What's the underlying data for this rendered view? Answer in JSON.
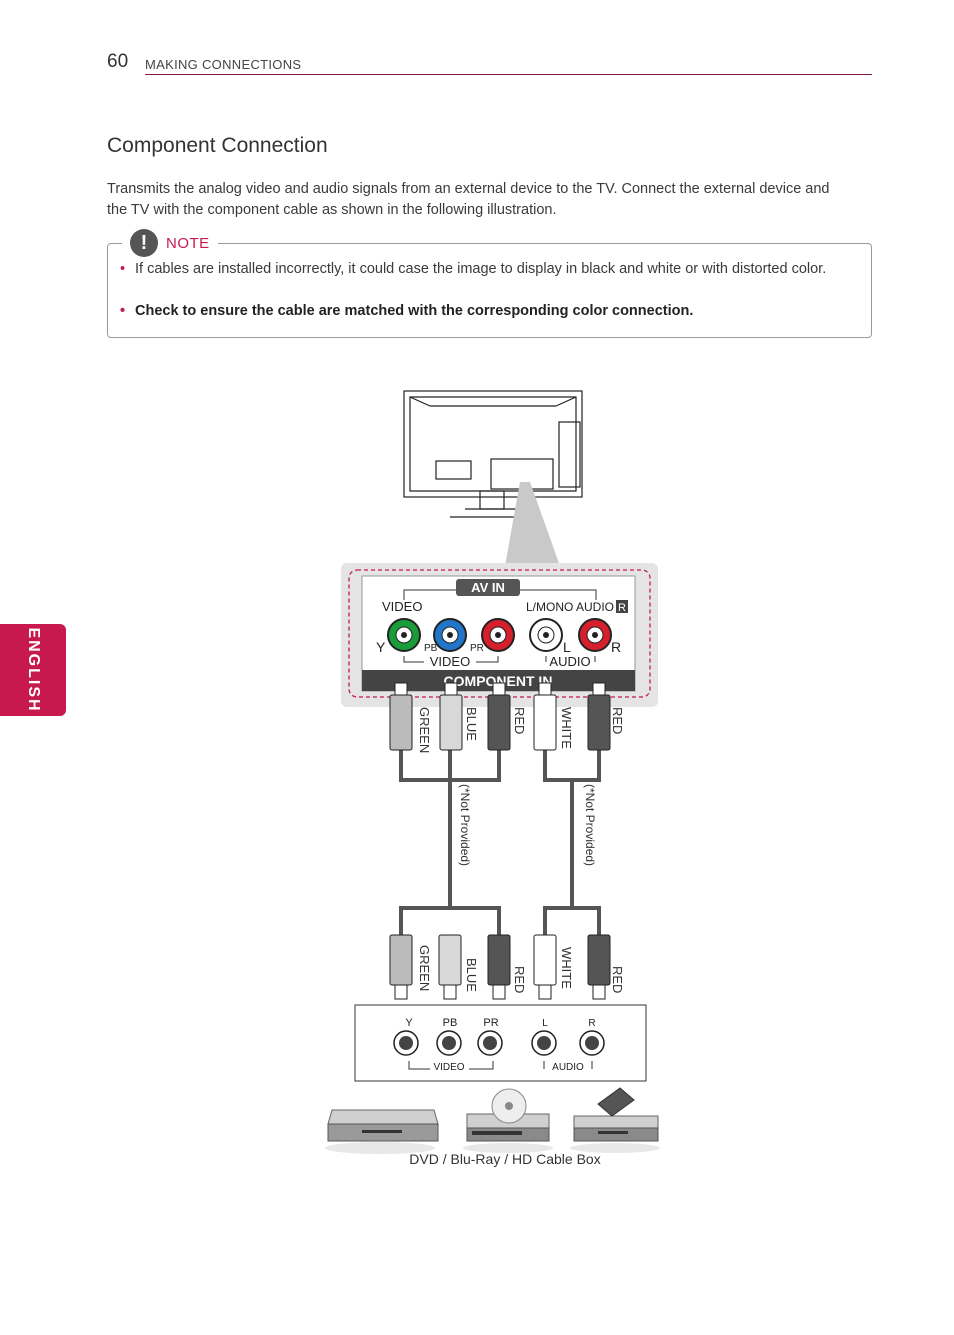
{
  "header": {
    "page_number": "60",
    "section": "MAKING CONNECTIONS"
  },
  "side_tab": {
    "label": "ENGLISH"
  },
  "title": "Component Connection",
  "intro": "Transmits the analog video and audio signals from an external device to the TV. Connect the external device and the TV with the component cable as shown in the following illustration.",
  "note": {
    "label": "NOTE",
    "items": [
      "If cables are installed incorrectly, it could case the image to display in black and white or with distorted color.",
      "Check to ensure the cable are matched with the corresponding color connection."
    ]
  },
  "diagram": {
    "tv_panel": {
      "av_in": "AV IN",
      "video_top": "VIDEO",
      "lmono_audio": "L/MONO AUDIO",
      "r_badge": "R",
      "y": "Y",
      "pb": "PB",
      "pr": "PR",
      "l": "L",
      "r": "R",
      "video_bottom": "VIDEO",
      "audio_bottom": "AUDIO",
      "component_in": "COMPONENT IN"
    },
    "cable_labels": [
      "GREEN",
      "BLUE",
      "RED",
      "WHITE",
      "RED"
    ],
    "not_provided": "(*Not Provided)",
    "device_panel": {
      "y": "Y",
      "pb": "PB",
      "pr": "PR",
      "l": "L",
      "r": "R",
      "video": "VIDEO",
      "audio": "AUDIO"
    },
    "colors": {
      "green": "#1a9c3a",
      "blue": "#2176c9",
      "red": "#d51f2c",
      "white": "#ffffff",
      "accent": "#c8194f"
    }
  },
  "caption": "DVD / Blu-Ray / HD Cable Box"
}
